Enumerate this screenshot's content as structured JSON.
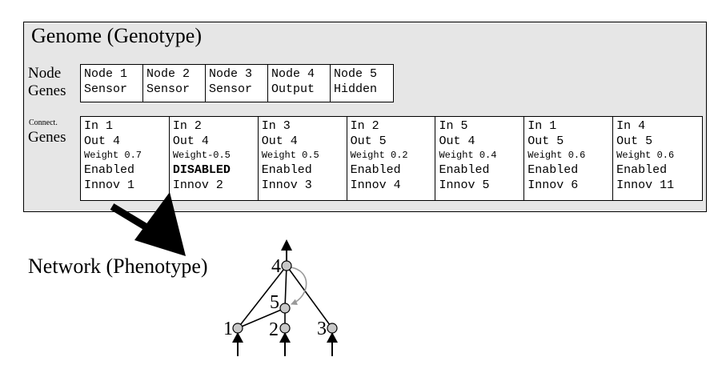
{
  "genome_title": "Genome (Genotype)",
  "node_genes_label": [
    "Node",
    "Genes"
  ],
  "connect_genes_label": [
    "Connect.",
    "Genes"
  ],
  "node_genes": [
    {
      "id": "Node 1",
      "type": "Sensor"
    },
    {
      "id": "Node 2",
      "type": "Sensor"
    },
    {
      "id": "Node 3",
      "type": "Sensor"
    },
    {
      "id": "Node 4",
      "type": "Output"
    },
    {
      "id": "Node 5",
      "type": "Hidden"
    }
  ],
  "connection_genes": [
    {
      "in": "In 1",
      "out": "Out 4",
      "weight": "Weight 0.7",
      "status": "Enabled",
      "innov": "Innov 1"
    },
    {
      "in": "In 2",
      "out": "Out 4",
      "weight": "Weight-0.5",
      "status": "DISABLED",
      "innov": "Innov 2"
    },
    {
      "in": "In 3",
      "out": "Out 4",
      "weight": "Weight 0.5",
      "status": "Enabled",
      "innov": "Innov 3"
    },
    {
      "in": "In 2",
      "out": "Out 5",
      "weight": "Weight 0.2",
      "status": "Enabled",
      "innov": "Innov 4"
    },
    {
      "in": "In 5",
      "out": "Out 4",
      "weight": "Weight 0.4",
      "status": "Enabled",
      "innov": "Innov 5"
    },
    {
      "in": "In 1",
      "out": "Out 5",
      "weight": "Weight 0.6",
      "status": "Enabled",
      "innov": "Innov 6"
    },
    {
      "in": "In 4",
      "out": "Out 5",
      "weight": "Weight 0.6",
      "status": "Enabled",
      "innov": "Innov 11"
    }
  ],
  "phenotype_label": "Network (Phenotype)",
  "network": {
    "nodes": [
      {
        "label": "1"
      },
      {
        "label": "2"
      },
      {
        "label": "3"
      },
      {
        "label": "4"
      },
      {
        "label": "5"
      }
    ],
    "edges": [
      {
        "from": "1",
        "to": "4"
      },
      {
        "from": "3",
        "to": "4"
      },
      {
        "from": "2",
        "to": "5"
      },
      {
        "from": "5",
        "to": "4"
      },
      {
        "from": "1",
        "to": "5"
      },
      {
        "from": "4",
        "to": "5",
        "recurrent": true
      }
    ]
  },
  "colors": {
    "panel": "#e6e6e6",
    "node_fill": "#c8c8c8",
    "recurrent_edge": "#999999"
  }
}
